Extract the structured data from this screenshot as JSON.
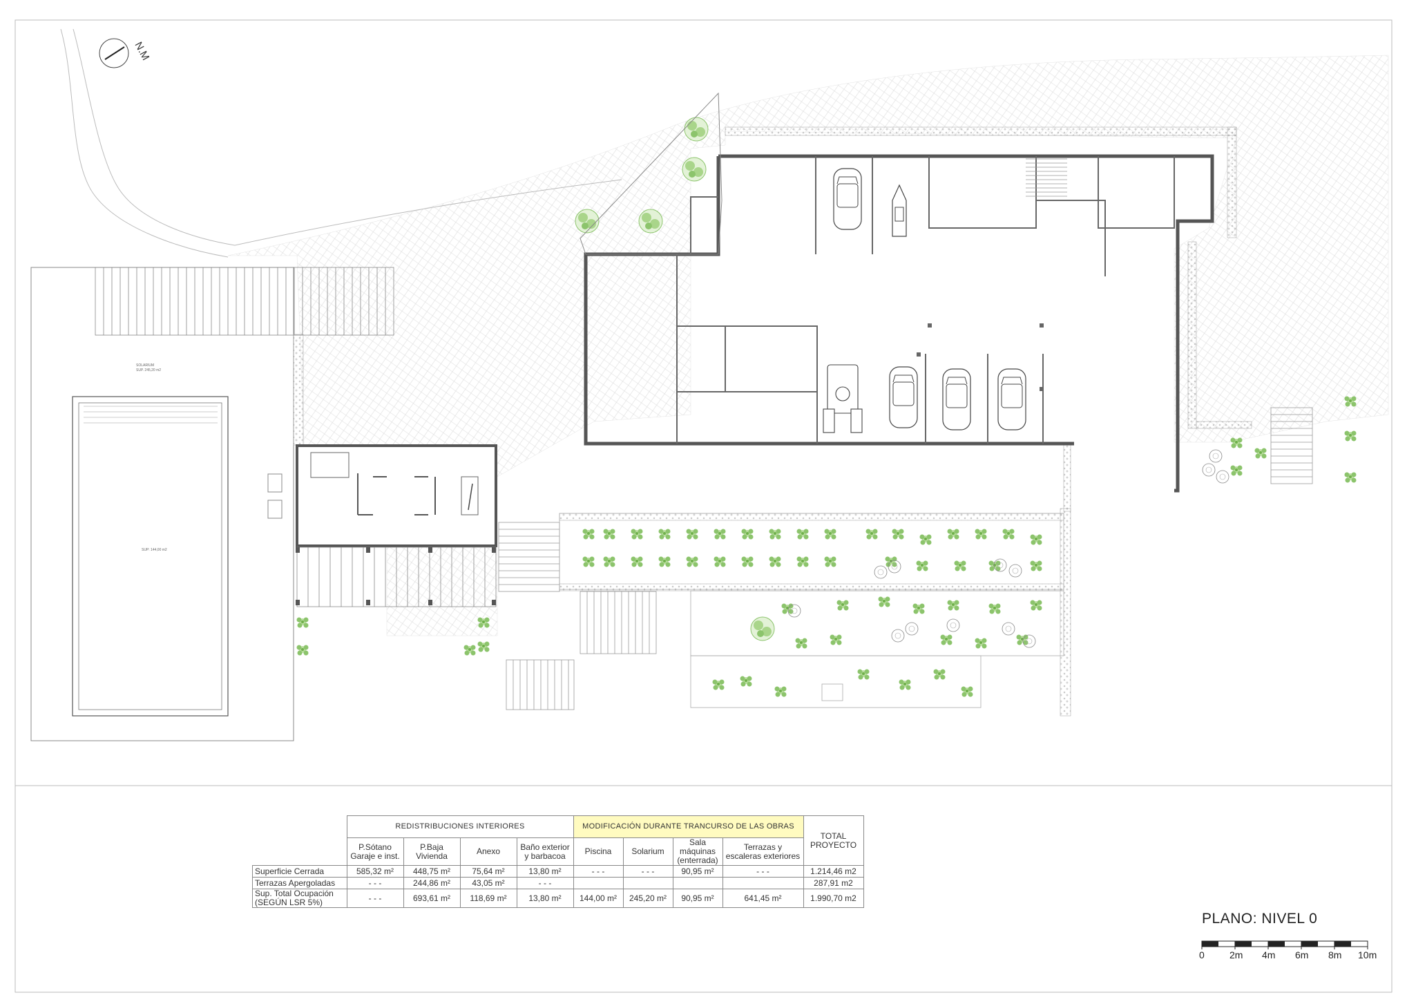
{
  "north_arrow": {
    "label": "N.M"
  },
  "drawing_labels": {
    "solarium": "SOLARIUM",
    "solarium_area": "SUP. 245,20 m2",
    "pool_area": "SUP: 144,00 m2"
  },
  "table": {
    "group_left": "REDISTRIBUCIONES INTERIORES",
    "group_right": "MODIFICACIÓN DURANTE TRANCURSO DE LAS OBRAS",
    "total_header": "TOTAL PROYECTO",
    "columns": [
      "P.Sótano Garaje e inst.",
      "P.Baja Vivienda",
      "Anexo",
      "Baño exterior y barbacoa",
      "Piscina",
      "Solarium",
      "Sala máquinas (enterrada)",
      "Terrazas y escaleras exteriores"
    ],
    "rows": [
      {
        "label": "Superficie Cerrada",
        "values": [
          "585,32 m²",
          "448,75 m²",
          "75,64 m²",
          "13,80 m²",
          "- - -",
          "- - -",
          "90,95 m²",
          "- - -"
        ],
        "total": "1.214,46 m2"
      },
      {
        "label": "Terrazas Apergoladas",
        "values": [
          "- - -",
          "244,86 m²",
          "43,05 m²",
          "- - -",
          "",
          "",
          "",
          ""
        ],
        "total": "287,91 m2"
      },
      {
        "label": "Sup. Total Ocupación (SEGÚN LSR 5%)",
        "values": [
          "- - -",
          "693,61 m²",
          "118,69 m²",
          "13,80 m²",
          "144,00 m²",
          "245,20 m²",
          "90,95 m²",
          "641,45 m²"
        ],
        "total": "1.990,70 m2"
      }
    ]
  },
  "title": "PLANO: NIVEL 0",
  "scale": {
    "labels": [
      "0",
      "2m",
      "4m",
      "6m",
      "8m",
      "10m"
    ]
  }
}
